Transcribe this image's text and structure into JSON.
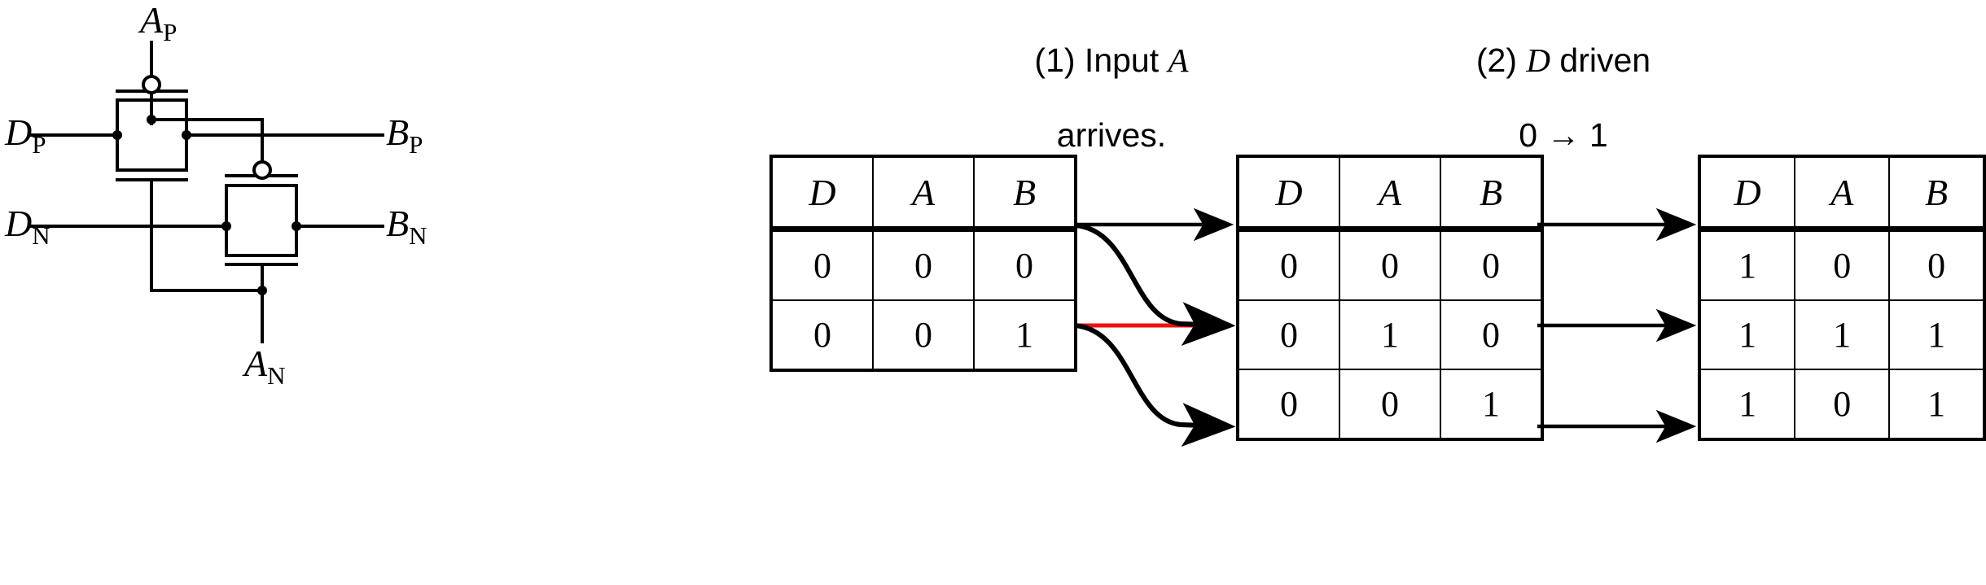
{
  "circuit": {
    "labels": [
      {
        "name": "label-ap",
        "base": "A",
        "sub": "P"
      },
      {
        "name": "label-dp",
        "base": "D",
        "sub": "P"
      },
      {
        "name": "label-dn",
        "base": "D",
        "sub": "N"
      },
      {
        "name": "label-bp",
        "base": "B",
        "sub": "P"
      },
      {
        "name": "label-bn",
        "base": "B",
        "sub": "N"
      },
      {
        "name": "label-an",
        "base": "A",
        "sub": "N"
      }
    ],
    "label_ap": "A",
    "label_ap_sub": "P",
    "label_dp": "D",
    "label_dp_sub": "P",
    "label_dn": "D",
    "label_dn_sub": "N",
    "label_bp": "B",
    "label_bp_sub": "P",
    "label_bn": "B",
    "label_bn_sub": "N",
    "label_an": "A",
    "label_an_sub": "N"
  },
  "captions": {
    "step1_line1_pre": "(1) Input ",
    "step1_line1_italic": "A",
    "step1_line2": "arrives.",
    "step2_line1_pre": "(2) ",
    "step2_line1_italic": "D",
    "step2_line1_post": " driven",
    "step2_line2": "0 → 1"
  },
  "tables": [
    {
      "name": "table-1",
      "headers": [
        "D",
        "A",
        "B"
      ],
      "rows": [
        [
          "0",
          "0",
          "0"
        ],
        [
          "0",
          "0",
          "1"
        ]
      ]
    },
    {
      "name": "table-2",
      "headers": [
        "D",
        "A",
        "B"
      ],
      "rows": [
        [
          "0",
          "0",
          "0"
        ],
        [
          "0",
          "1",
          "0"
        ],
        [
          "0",
          "0",
          "1"
        ]
      ]
    },
    {
      "name": "table-3",
      "headers": [
        "D",
        "A",
        "B"
      ],
      "rows": [
        [
          "1",
          "0",
          "0"
        ],
        [
          "1",
          "1",
          "1"
        ],
        [
          "1",
          "0",
          "1"
        ]
      ]
    }
  ],
  "colors": {
    "line": "#000000",
    "highlight": "#ee1111",
    "background": "#ffffff"
  }
}
